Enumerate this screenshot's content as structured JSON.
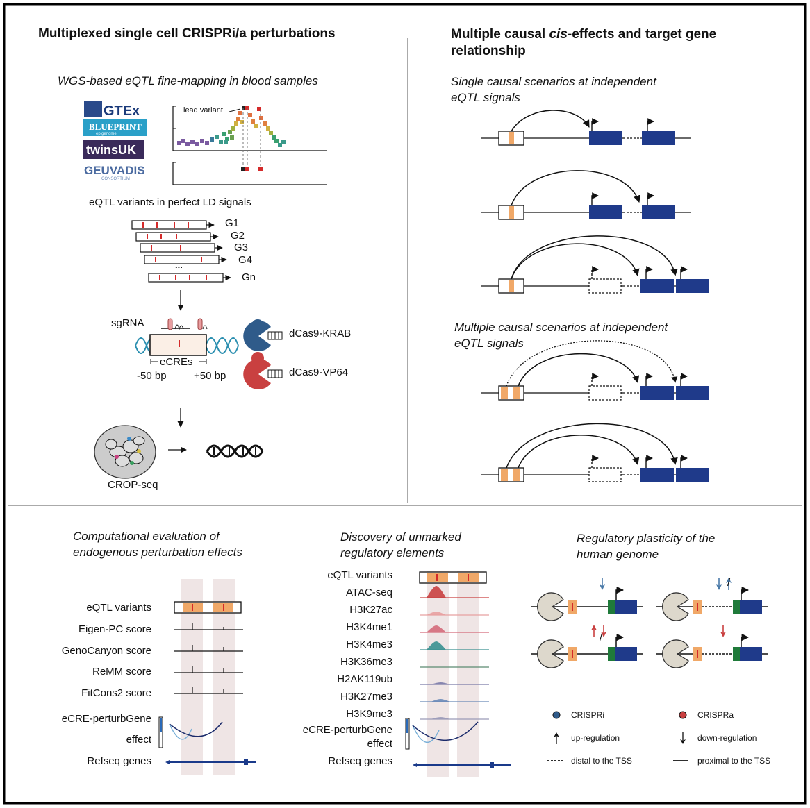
{
  "colors": {
    "gene_blue": "#1f3a8a",
    "ecre_orange": "#f0a868",
    "variant_red": "#d42a2a",
    "krab_blue": "#2f5b8a",
    "vp64_red": "#c94040",
    "shade": "#efe5e5",
    "enhancer_green": "#1f7a3a",
    "arrow_up": "#4a7aa8",
    "arrow_down": "#c94040"
  },
  "panel_a": {
    "title": "Multiplexed single cell CRISPRi/a perturbations",
    "subtitle": "WGS-based eQTL fine-mapping in blood samples",
    "logos": [
      "GTEx",
      "BLUEPRINT",
      "epigenome",
      "twinsUK",
      "GEUVADIS",
      "CONSORTIUM"
    ],
    "lead_variant": "lead variant",
    "ld_title": "eQTL variants in perfect LD signals",
    "genes": [
      "G1",
      "G2",
      "G3",
      "G4",
      "Gn"
    ],
    "ellipsis": "...",
    "sgrna": "sgRNA",
    "ecres": "eCREs",
    "minus": "-50 bp",
    "plus": "+50 bp",
    "krab": "dCas9-KRAB",
    "vp64": "dCas9-VP64",
    "cropseq": "CROP-seq"
  },
  "panel_b": {
    "title_line1_pre": "Multiple causal ",
    "title_line1_it": "cis",
    "title_line1_post": "-effects and target gene",
    "title_line2": "relationship",
    "single_line1": "Single causal scenarios at independent",
    "single_line2": "eQTL signals",
    "multi_line1": "Multiple causal scenarios at independent",
    "multi_line2": "eQTL signals"
  },
  "panel_c": {
    "title_line1": "Computational evaluation of",
    "title_line2": "endogenous perturbation effects",
    "rows": [
      "eQTL variants",
      "Eigen-PC score",
      "GenoCanyon score",
      "ReMM score",
      "FitCons2 score"
    ],
    "effect_line1": "eCRE-perturbGene",
    "effect_line2": "effect",
    "refseq": "Refseq genes"
  },
  "panel_d": {
    "title_line1": "Discovery of unmarked",
    "title_line2": "regulatory elements",
    "rows": [
      "eQTL variants",
      "ATAC-seq",
      "H3K27ac",
      "H3K4me1",
      "H3K4me3",
      "H3K36me3",
      "H2AK119ub",
      "H3K27me3",
      "H3K9me3"
    ],
    "track_colors": [
      "#c94040",
      "#e8a0a0",
      "#d46a7a",
      "#3a9090",
      "#5a8a70",
      "#7a7aa8",
      "#6a8ab8",
      "#9a9ab8"
    ],
    "effect_line1": "eCRE-perturbGene",
    "effect_line2": "effect",
    "refseq": "Refseq genes"
  },
  "panel_e": {
    "title_line1": "Regulatory plasticity of the",
    "title_line2": "human genome",
    "slash": "/",
    "legend": {
      "crispri": "CRISPRi",
      "crispra": "CRISPRa",
      "up": "up-regulation",
      "down": "down-regulation",
      "distal": "distal to the TSS",
      "proximal": "proximal to the TSS"
    }
  }
}
